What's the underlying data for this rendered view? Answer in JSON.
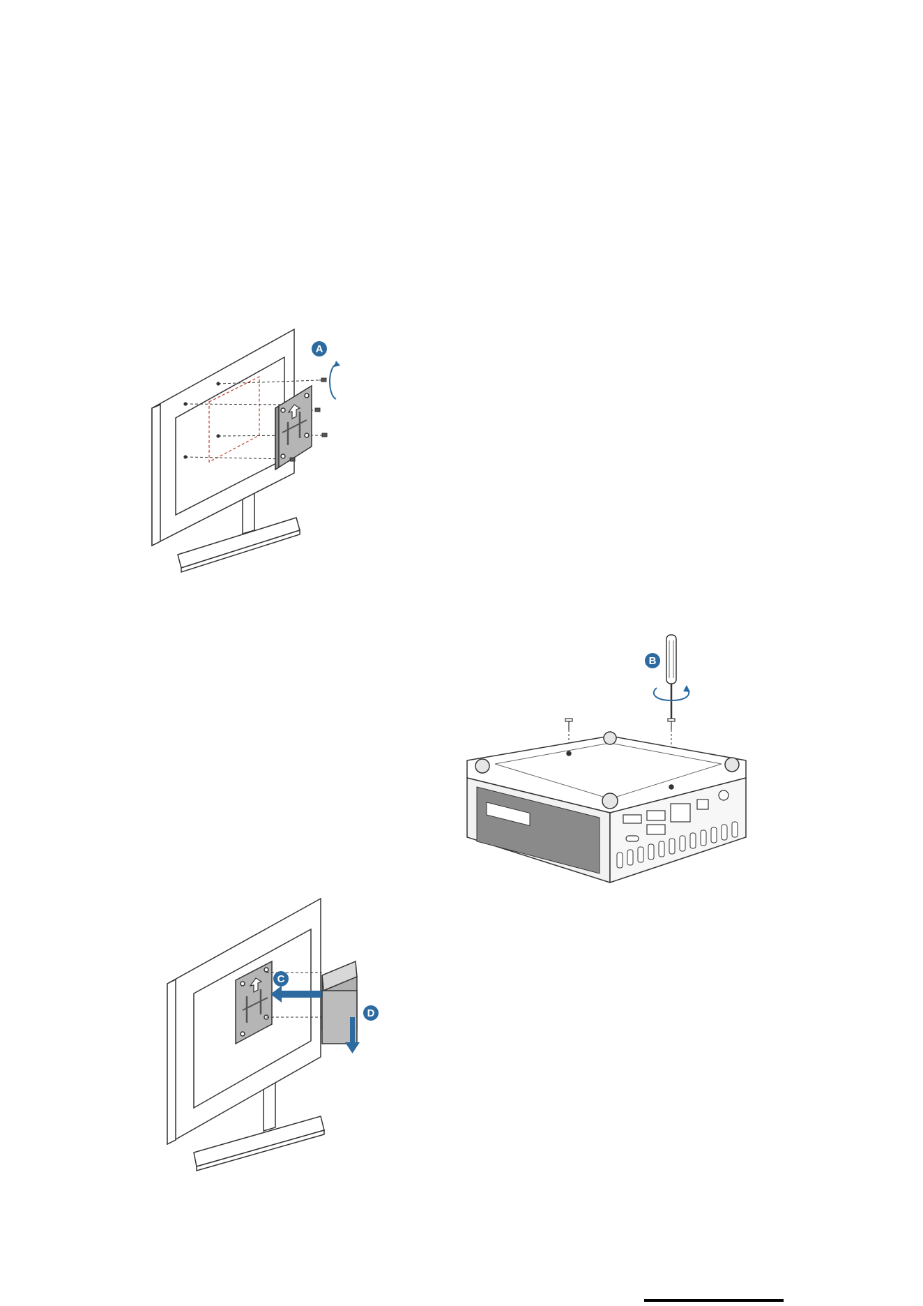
{
  "steps": {
    "a": {
      "label": "A"
    },
    "b": {
      "label": "B"
    },
    "c": {
      "label": "C"
    },
    "d": {
      "label": "D"
    }
  },
  "colors": {
    "accent": "#2c6aa0",
    "accent_dark": "#1f5485",
    "outline": "#333333",
    "plate": "#b5b5b5",
    "guide": "#c0392b",
    "device": "#d0d0d0"
  }
}
